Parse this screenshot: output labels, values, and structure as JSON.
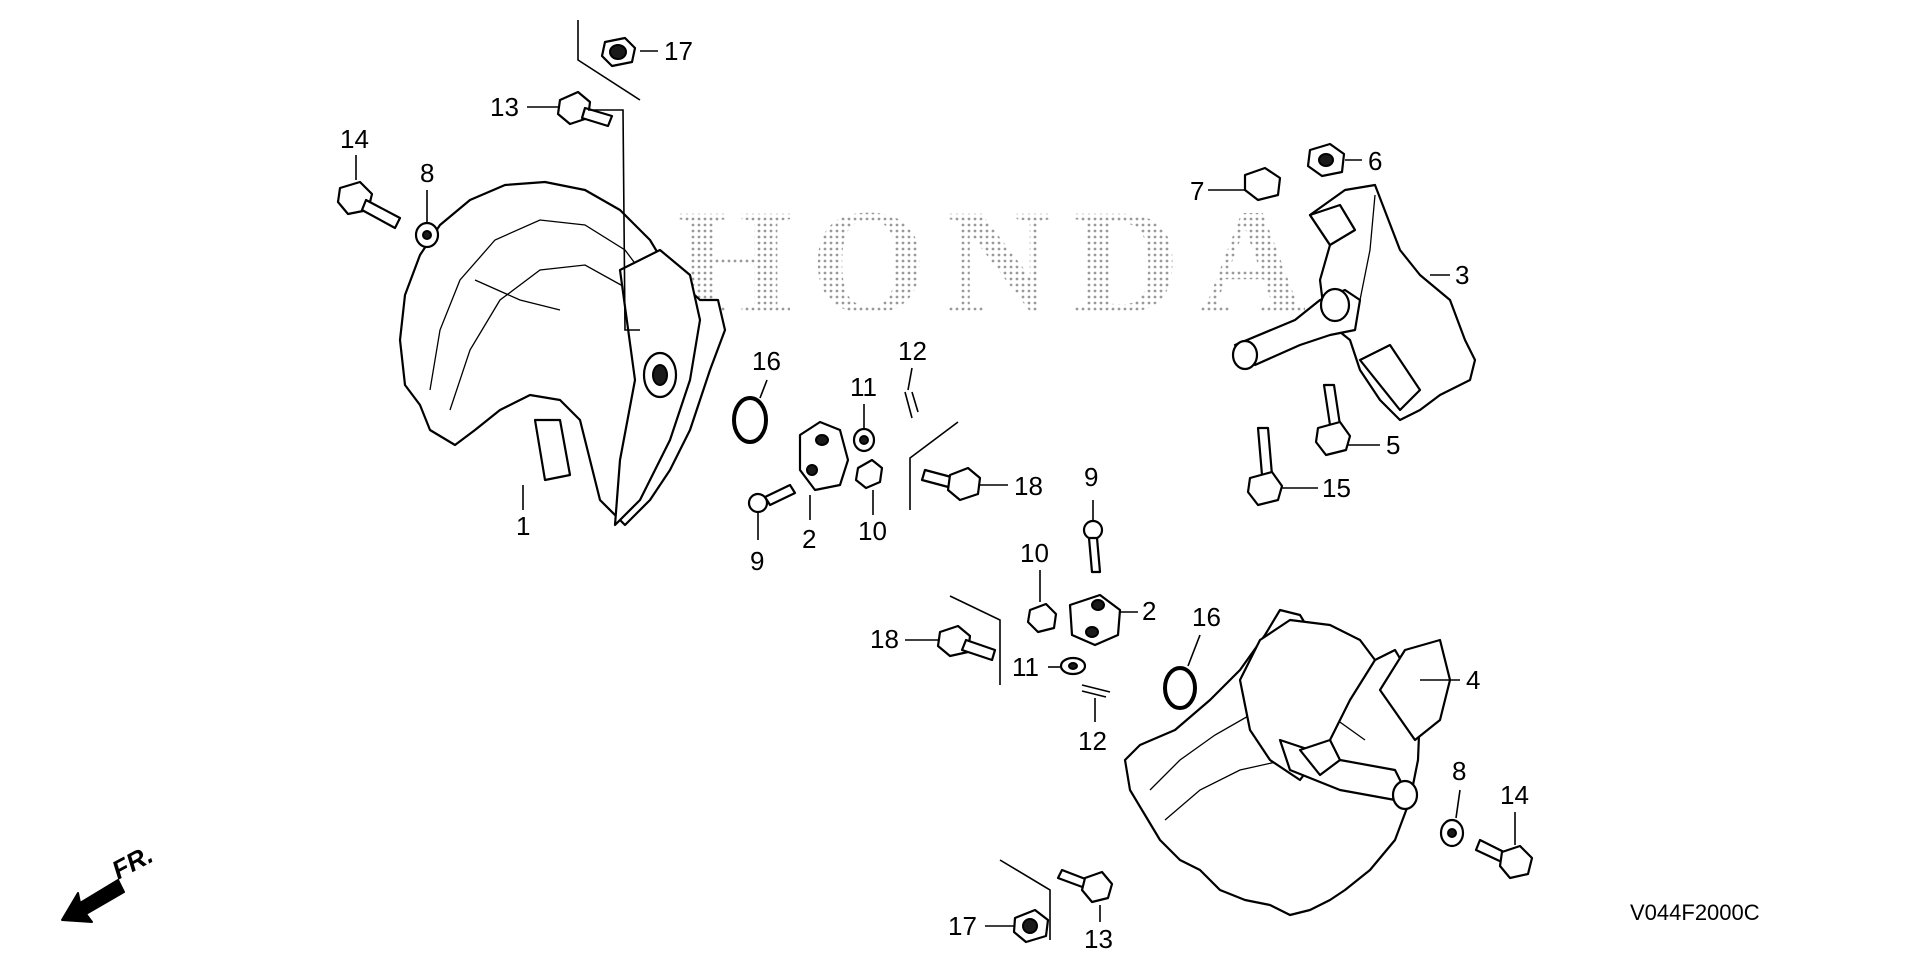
{
  "watermark": "HONDA",
  "diagram_code": "V044F2000C",
  "front_arrow_label": "FR.",
  "callouts": {
    "c1": "1",
    "c2a": "2",
    "c2b": "2",
    "c3": "3",
    "c4": "4",
    "c5": "5",
    "c6": "6",
    "c7": "7",
    "c8a": "8",
    "c8b": "8",
    "c9a": "9",
    "c9b": "9",
    "c10a": "10",
    "c10b": "10",
    "c11a": "11",
    "c11b": "11",
    "c12a": "12",
    "c12b": "12",
    "c13a": "13",
    "c13b": "13",
    "c14a": "14",
    "c14b": "14",
    "c15": "15",
    "c16a": "16",
    "c16b": "16",
    "c17a": "17",
    "c17b": "17",
    "c18a": "18",
    "c18b": "18"
  }
}
